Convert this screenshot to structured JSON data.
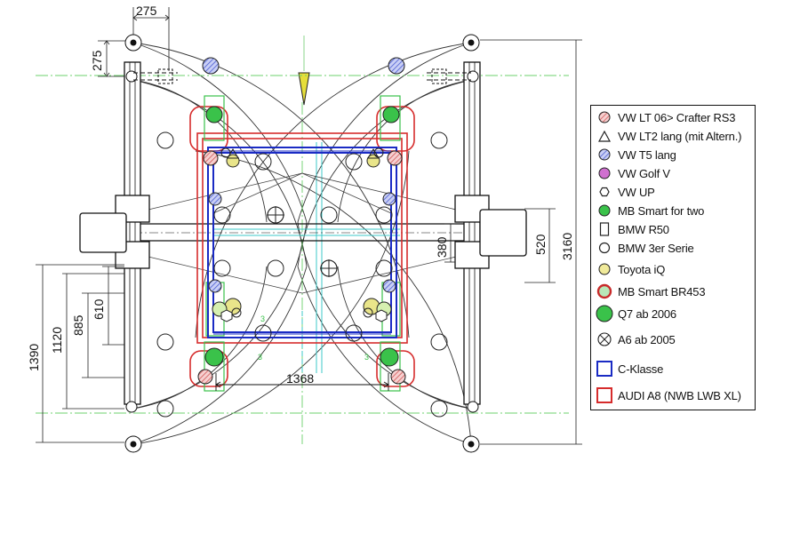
{
  "dimensions": {
    "top_width": "275",
    "top_height": "275",
    "between_blocks": "1368",
    "right_inner": "380",
    "right_mid": "520",
    "right_total": "3160",
    "left_1390": "1390",
    "left_1120": "1120",
    "left_885": "885",
    "left_610": "610"
  },
  "marker_labels": [
    "3",
    "3",
    "3"
  ],
  "legend": {
    "items": [
      {
        "label": "VW LT 06> Crafter RS3",
        "icon": "hatched-red-circle"
      },
      {
        "label": "VW LT2 lang (mit Altern.)",
        "icon": "triangle"
      },
      {
        "label": "VW T5 lang",
        "icon": "hatched-blue-circle"
      },
      {
        "label": "VW Golf V",
        "icon": "magenta-circle"
      },
      {
        "label": "VW UP",
        "icon": "hexagon"
      },
      {
        "label": "MB Smart for two",
        "icon": "green-circle"
      },
      {
        "label": "BMW R50",
        "icon": "rectangle"
      },
      {
        "label": "BMW 3er Serie",
        "icon": "open-circle"
      },
      {
        "label": "Toyota iQ",
        "icon": "yellow-circle"
      },
      {
        "label": "MB Smart BR453",
        "icon": "red-ring-circle"
      },
      {
        "label": "Q7 ab 2006",
        "icon": "large-green-circle"
      },
      {
        "label": "A6 ab 2005",
        "icon": "crossed-circle"
      },
      {
        "label": "C-Klasse",
        "icon": "blue-square"
      },
      {
        "label": "AUDI A8 (NWB LWB XL)",
        "icon": "red-square"
      }
    ]
  },
  "colors": {
    "line": "#222222",
    "blue": "#1a2bc4",
    "red": "#d62c2c",
    "green": "#3ac24a",
    "green_light": "#9fe39a",
    "cyan": "#3cc8c8",
    "yellow": "#e6d83a",
    "magenta": "#d050c8",
    "hatch_blue": "#5a6bd6",
    "hatch_red": "#e07070"
  }
}
